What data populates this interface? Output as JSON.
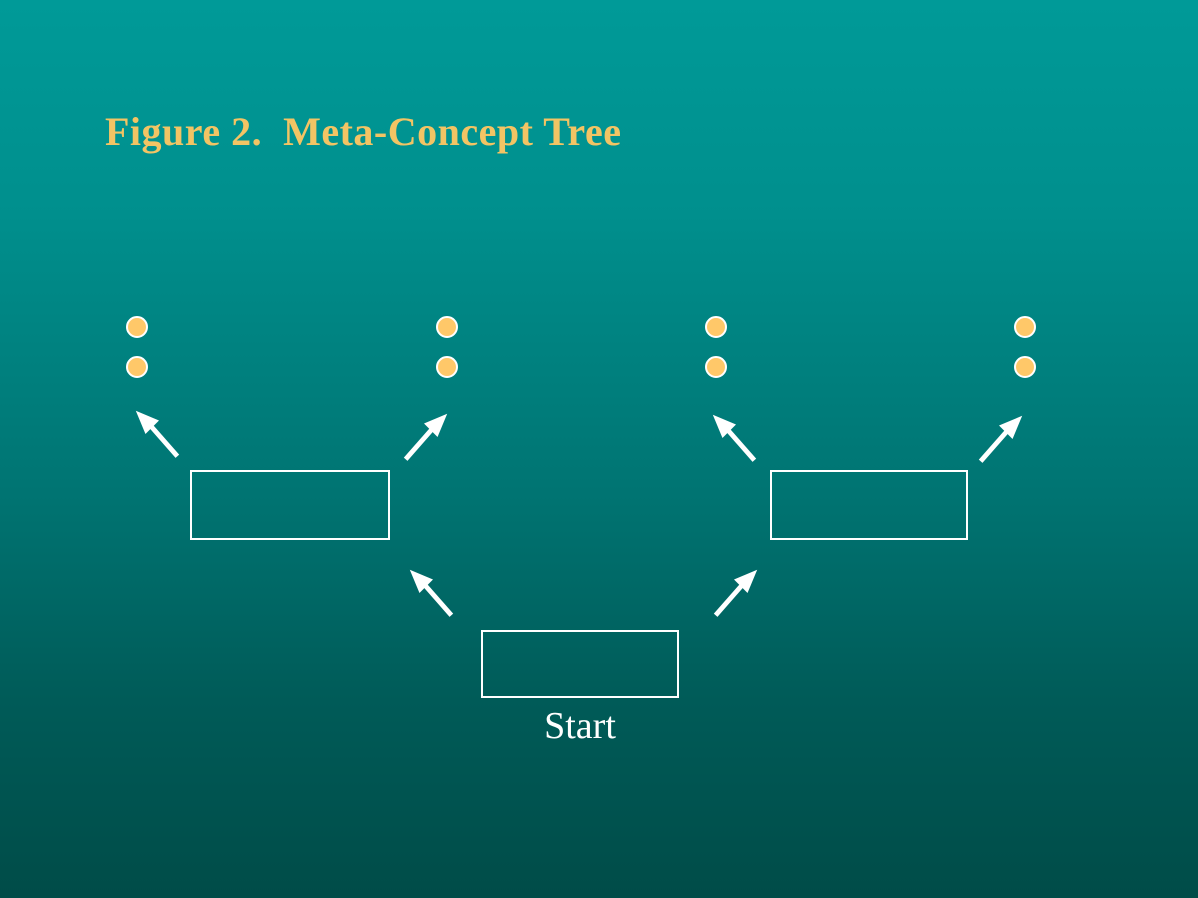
{
  "slide": {
    "title": "Figure 2.  Meta-Concept Tree",
    "start_label": "Start"
  },
  "colors": {
    "background_top": "#009A98",
    "background_mid": "#007472",
    "background_bottom": "#004C48",
    "title_text": "#F2C464",
    "start_text": "#FFFFFF",
    "dot_fill": "#FFC869",
    "outline": "#FFFFFF"
  },
  "diagram": {
    "boxes": [
      {
        "name": "left-branch-box",
        "label": ""
      },
      {
        "name": "right-branch-box",
        "label": ""
      },
      {
        "name": "start-box",
        "label": ""
      }
    ],
    "bullet_dot_columns": 4,
    "bullet_dots_per_column": 2,
    "arrow_count": 6
  }
}
